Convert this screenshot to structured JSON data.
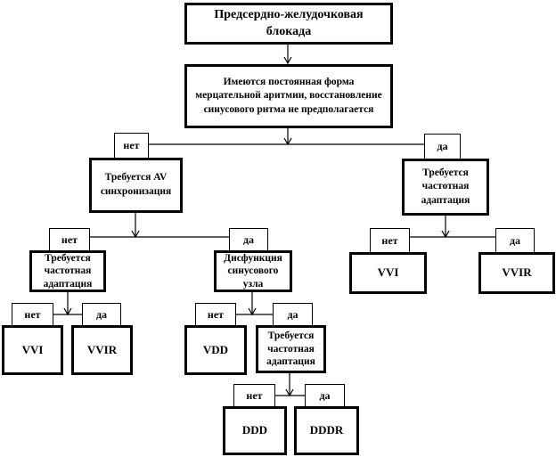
{
  "title": "Предсердно-желудочковая блокада",
  "nodes": {
    "root": "Предсердно-желудочковая\nблокада",
    "af": "Имеются постоянная форма\nмерцательной аритмии, восстановление\nсинусового ритма не предполагается",
    "av_sync": "Требуется AV\nсинхронизация",
    "rate_adapt_right": "Требуется\nчастотная\nадаптация",
    "rate_adapt_left": "Требуется\nчастотная\nадаптация",
    "sinus_dysfunction": "Дисфункция\nсинусового\nузла",
    "rate_adapt_mid": "Требуется\nчастотная\nадаптация",
    "vvi_left": "VVI",
    "vvir_left": "VVIR",
    "vdd": "VDD",
    "ddd": "DDD",
    "dddr": "DDDR",
    "vvi_right": "VVI",
    "vvir_right": "VVIR"
  },
  "labels": {
    "no": "нет",
    "yes": "да"
  }
}
